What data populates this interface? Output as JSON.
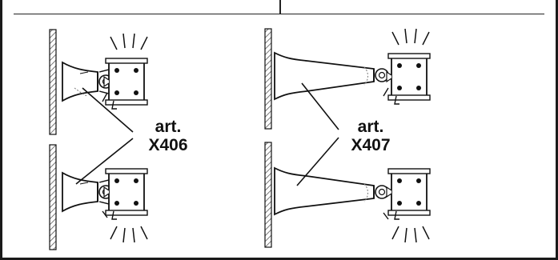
{
  "labels": {
    "x406": {
      "line1": "art.",
      "line2": "X406"
    },
    "x407": {
      "line1": "art.",
      "line2": "X407"
    }
  },
  "colors": {
    "ink": "#111111",
    "wall_hatch": "#555555",
    "background": "#ffffff"
  }
}
